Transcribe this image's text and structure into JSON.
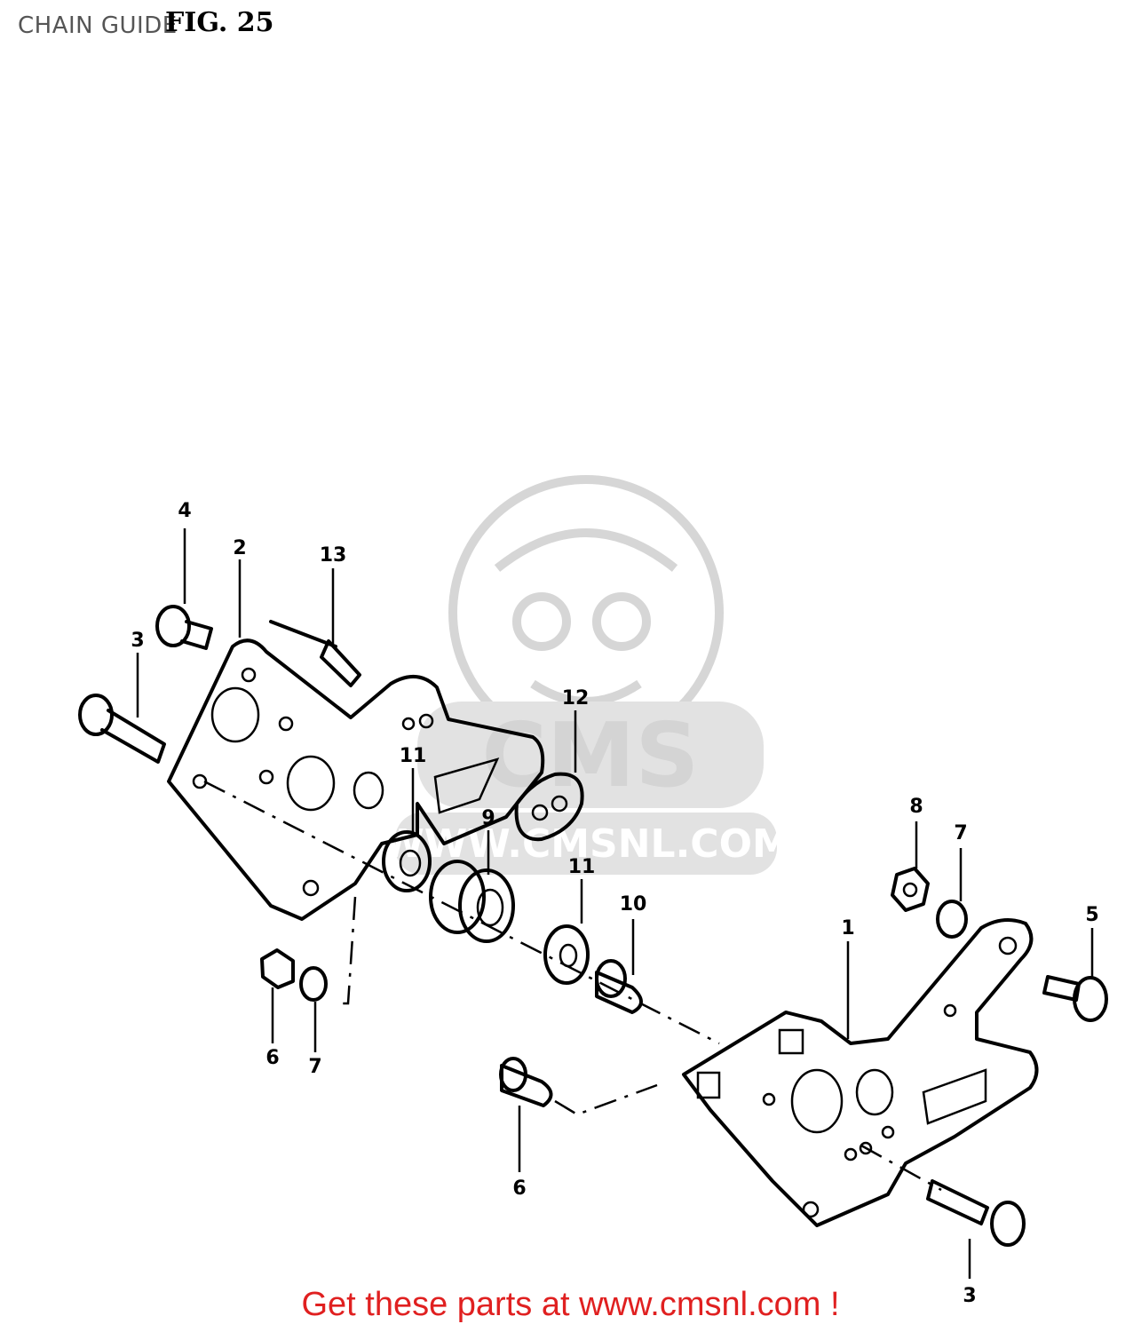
{
  "header": {
    "title": "CHAIN GUIDE",
    "figure": "FIG. 25"
  },
  "watermark": {
    "brand": "CMS",
    "url": "WWW.CMSNL.COM"
  },
  "callouts": [
    "4",
    "2",
    "13",
    "3",
    "12",
    "11",
    "9",
    "11",
    "10",
    "8",
    "7",
    "5",
    "1",
    "6",
    "7",
    "6",
    "3"
  ],
  "footer": {
    "text": "Get these parts at www.cmsnl.com !"
  }
}
